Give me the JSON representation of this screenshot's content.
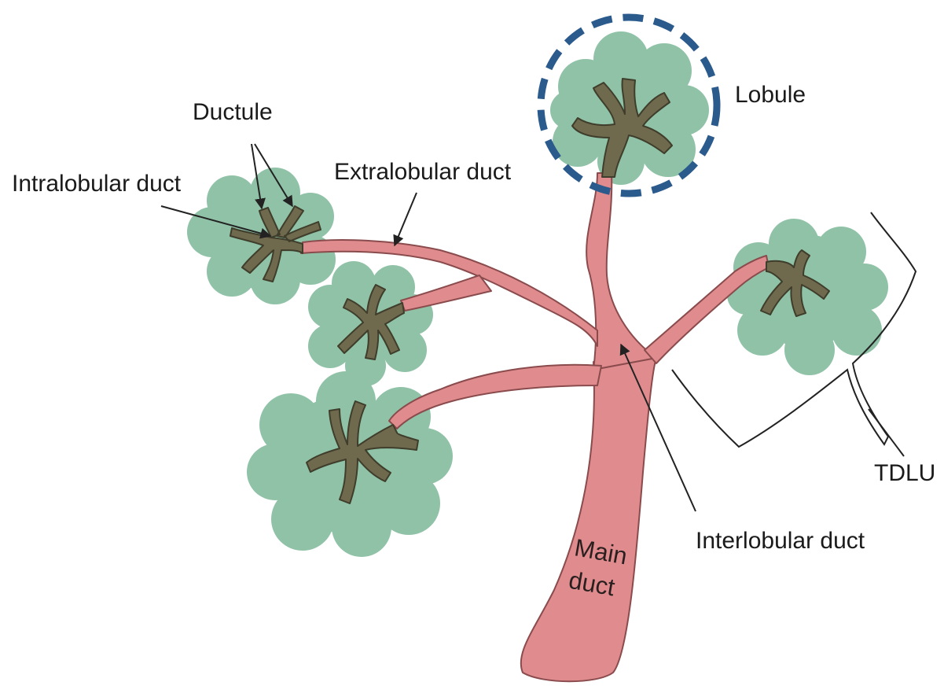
{
  "labels": {
    "ductule": "Ductule",
    "intralobular_duct": "Intralobular duct",
    "extralobular_duct": "Extralobular duct",
    "lobule": "Lobule",
    "tdlu": "TDLU",
    "interlobular_duct": "Interlobular duct",
    "main_duct_line1": "Main",
    "main_duct_line2": "duct"
  },
  "colors": {
    "duct_fill": "#e08c8e",
    "duct_stroke": "#8a4b4d",
    "lobule_fill": "#8fc2a6",
    "ductule_fill": "#6f6a4d",
    "ductule_stroke": "#3f3d2b",
    "lobule_circle": "#2b5a8c",
    "line": "#222222"
  },
  "icons": {
    "lobule_shape": "cloud-shape",
    "lobule_marker": "dashed-circle",
    "tdlu_marker": "bracket-outline"
  }
}
